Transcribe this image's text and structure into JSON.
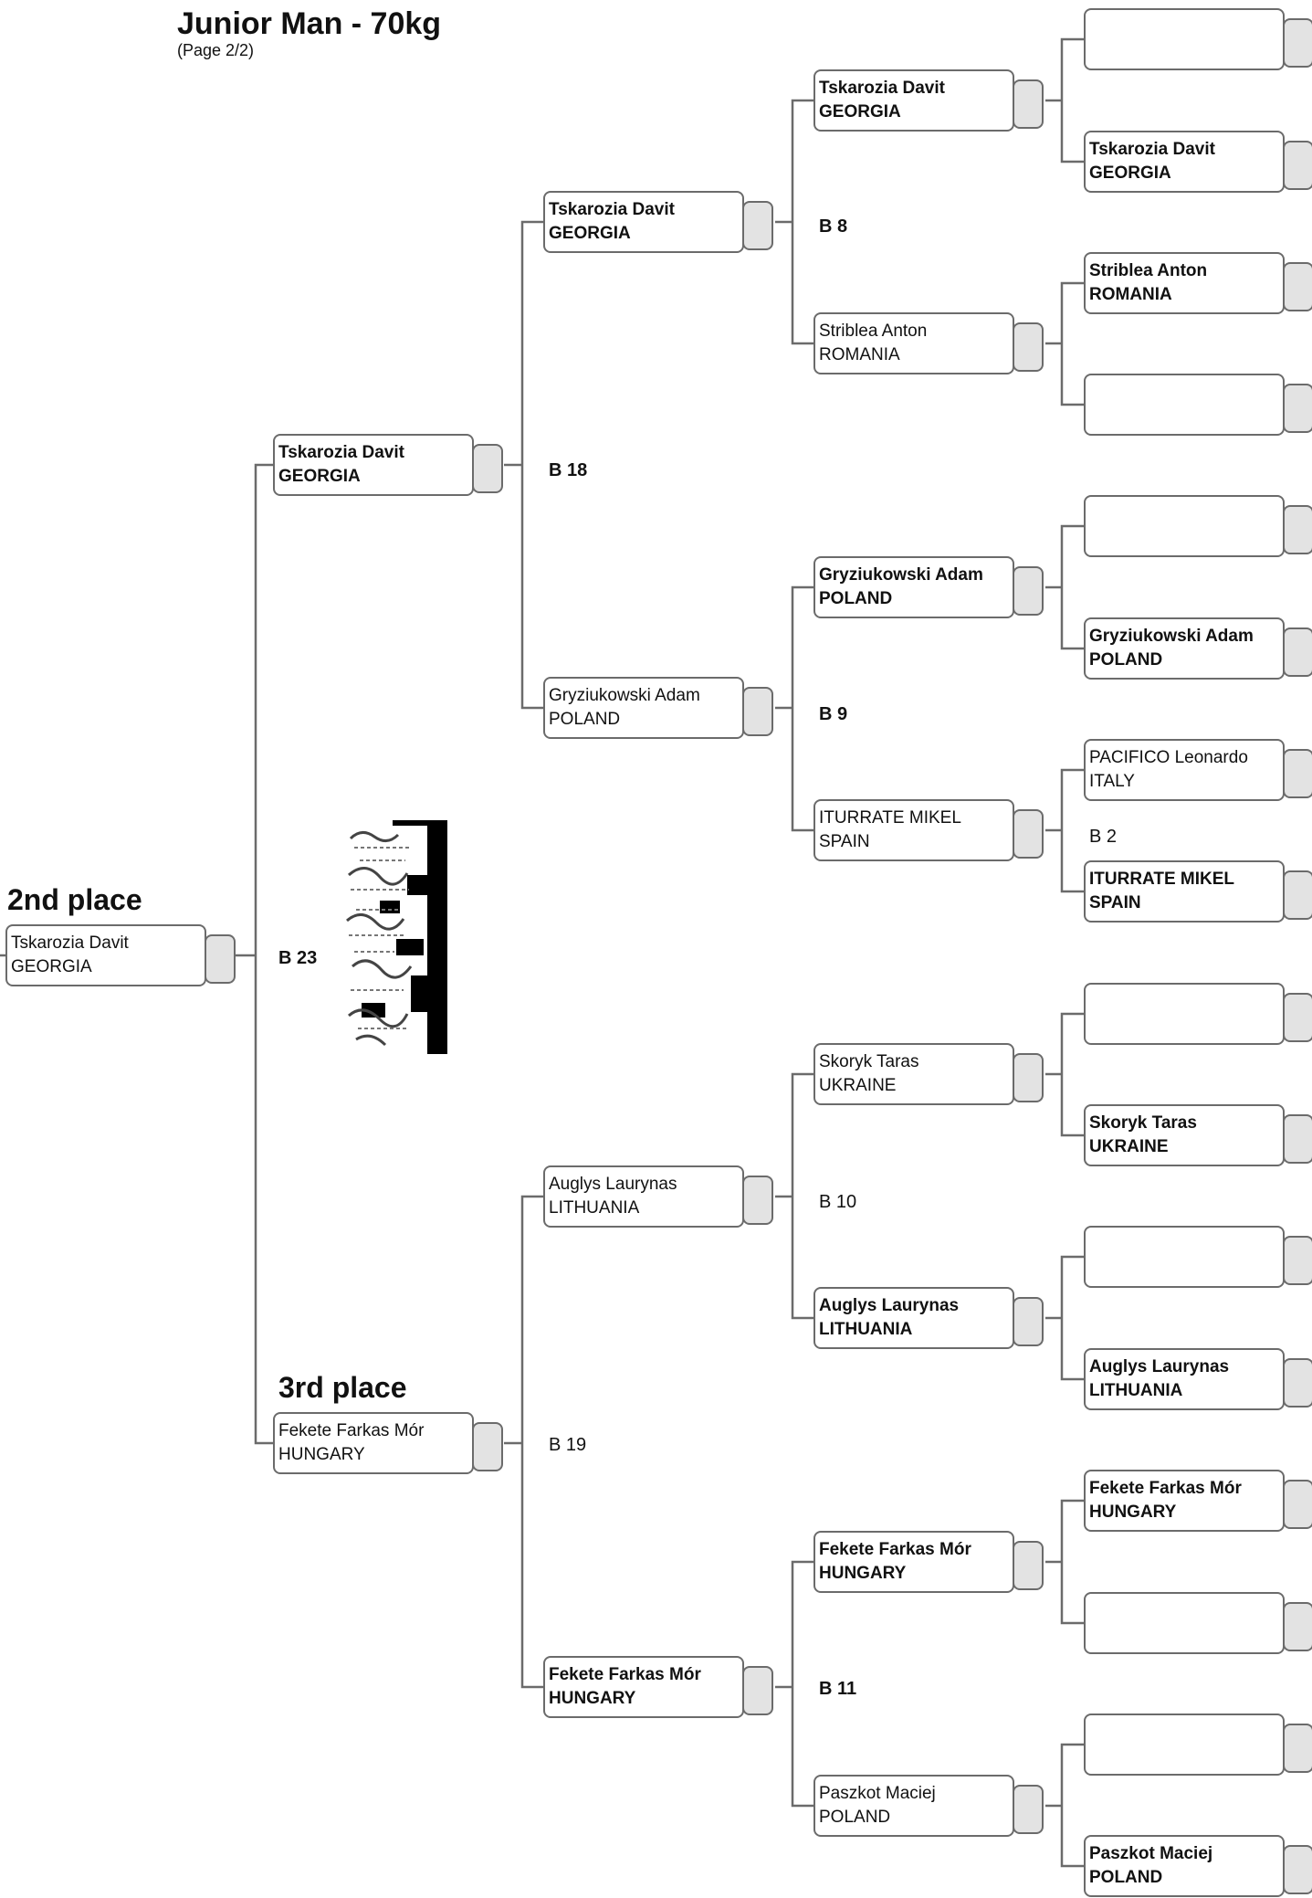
{
  "header": {
    "title": "Junior Man - 70kg",
    "subtitle": "(Page 2/2)"
  },
  "places": {
    "second": "2nd place",
    "third": "3rd place"
  },
  "entries": {
    "second_place": {
      "name": "Tskarozia Davit",
      "country": "GEORGIA",
      "bold": false
    },
    "r1_top": {
      "name": "Tskarozia Davit",
      "country": "GEORGIA",
      "bold": true
    },
    "r1_bottom": {
      "name": "Fekete Farkas Mór",
      "country": "HUNGARY",
      "bold": false
    },
    "r2_1": {
      "name": "Tskarozia Davit",
      "country": "GEORGIA",
      "bold": true
    },
    "r2_2": {
      "name": "Gryziukowski Adam",
      "country": "POLAND",
      "bold": false
    },
    "r2_3": {
      "name": "Auglys Laurynas",
      "country": "LITHUANIA",
      "bold": false
    },
    "r2_4": {
      "name": "Fekete Farkas Mór",
      "country": "HUNGARY",
      "bold": true
    },
    "r3_1": {
      "name": "Tskarozia Davit",
      "country": "GEORGIA",
      "bold": true
    },
    "r3_2": {
      "name": "Striblea Anton",
      "country": "ROMANIA",
      "bold": false
    },
    "r3_3": {
      "name": "Gryziukowski Adam",
      "country": "POLAND",
      "bold": true
    },
    "r3_4": {
      "name": "ITURRATE MIKEL",
      "country": "SPAIN",
      "bold": false
    },
    "r3_5": {
      "name": "Skoryk Taras",
      "country": "UKRAINE",
      "bold": false
    },
    "r3_6": {
      "name": "Auglys Laurynas",
      "country": "LITHUANIA",
      "bold": true
    },
    "r3_7": {
      "name": "Fekete Farkas Mór",
      "country": "HUNGARY",
      "bold": true
    },
    "r3_8": {
      "name": "Paszkot Maciej",
      "country": "POLAND",
      "bold": false
    },
    "r4_1": {
      "name": "",
      "country": "",
      "bold": false
    },
    "r4_2": {
      "name": "Tskarozia Davit",
      "country": "GEORGIA",
      "bold": true
    },
    "r4_3": {
      "name": "Striblea Anton",
      "country": "ROMANIA",
      "bold": true
    },
    "r4_4": {
      "name": "",
      "country": "",
      "bold": false
    },
    "r4_5": {
      "name": "",
      "country": "",
      "bold": false
    },
    "r4_6": {
      "name": "Gryziukowski Adam",
      "country": "POLAND",
      "bold": true
    },
    "r4_7": {
      "name": "PACIFICO Leonardo",
      "country": "ITALY",
      "bold": false
    },
    "r4_8": {
      "name": "ITURRATE MIKEL",
      "country": "SPAIN",
      "bold": true
    },
    "r4_9": {
      "name": "",
      "country": "",
      "bold": false
    },
    "r4_10": {
      "name": "Skoryk Taras",
      "country": "UKRAINE",
      "bold": true
    },
    "r4_11": {
      "name": "",
      "country": "",
      "bold": false
    },
    "r4_12": {
      "name": "Auglys Laurynas",
      "country": "LITHUANIA",
      "bold": true
    },
    "r4_13": {
      "name": "Fekete Farkas Mór",
      "country": "HUNGARY",
      "bold": true
    },
    "r4_14": {
      "name": "",
      "country": "",
      "bold": false
    },
    "r4_15": {
      "name": "",
      "country": "",
      "bold": false
    },
    "r4_16": {
      "name": "Paszkot Maciej",
      "country": "POLAND",
      "bold": true
    }
  },
  "bouts": {
    "b23": "B 23",
    "b18": "B 18",
    "b19": "B 19",
    "b8": "B 8",
    "b9": "B 9",
    "b10": "B 10",
    "b11": "B 11",
    "b2": "B 2"
  }
}
